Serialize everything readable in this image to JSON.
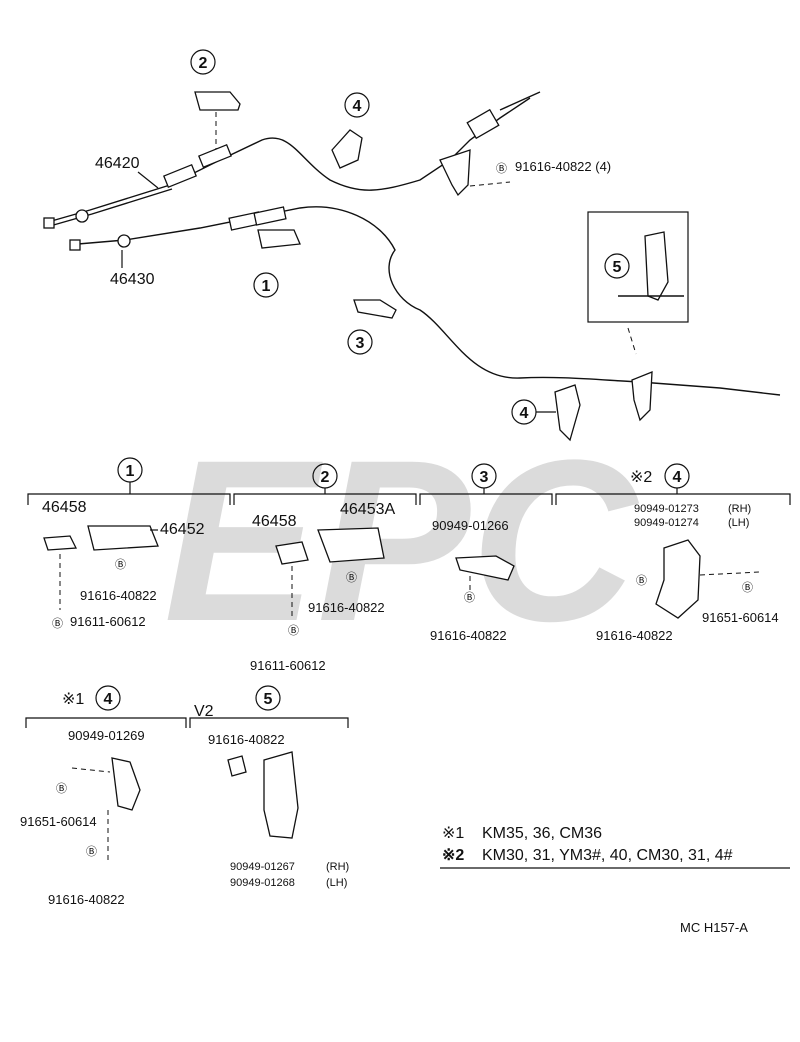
{
  "watermark": "EPC",
  "reference": "MC  H157-A",
  "cables": {
    "upper": "46420",
    "lower": "46430"
  },
  "overview": {
    "callout_bolt_note": "91616-40822 (4)",
    "bolt_symbol": "B",
    "callouts": [
      "1",
      "2",
      "3",
      "4",
      "5"
    ]
  },
  "groups": {
    "g1": {
      "callout": "1",
      "p1": "46458",
      "p2": "46452",
      "p3": "91616-40822",
      "p4": "91611-60612"
    },
    "g2": {
      "callout": "2",
      "p1": "46458",
      "p2": "46453A",
      "p3": "91616-40822",
      "p4": "91611-60612"
    },
    "g3": {
      "callout": "3",
      "p1": "90949-01266",
      "p2": "91616-40822"
    },
    "g4a": {
      "mark": "※2",
      "callout": "4",
      "p1": "90949-01273",
      "p1_note": "(RH)",
      "p2": "90949-01274",
      "p2_note": "(LH)",
      "p3": "91616-40822",
      "p4": "91651-60614"
    },
    "g4b": {
      "mark": "※1",
      "callout": "4",
      "p1": "90949-01269",
      "p2": "91651-60614",
      "p3": "91616-40822"
    },
    "g5": {
      "prefix": "V2",
      "callout": "5",
      "p1": "91616-40822",
      "p2": "90949-01267",
      "p2_note": "(RH)",
      "p3": "90949-01268",
      "p3_note": "(LH)"
    }
  },
  "notes": {
    "n1_mark": "※1",
    "n1_text": "KM35, 36, CM36",
    "n2_mark": "※2",
    "n2_text": "KM30, 31, YM3#, 40, CM30, 31, 4#"
  }
}
